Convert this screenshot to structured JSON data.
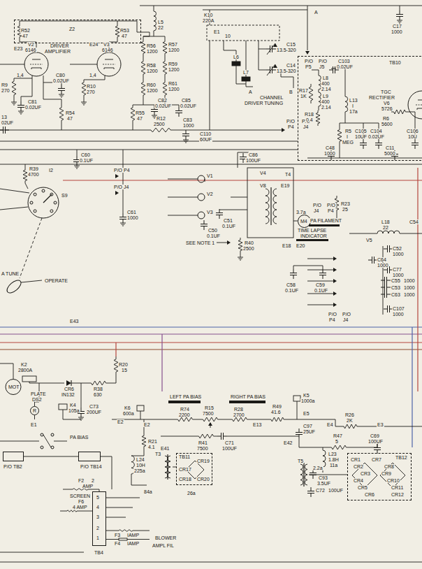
{
  "diagram": {
    "nodes": [
      {
        "text": [
          "Z2"
        ]
      },
      {
        "text": [
          "TB10"
        ]
      },
      {
        "text": [
          "TB11"
        ]
      },
      {
        "text": [
          "P/O TB2"
        ]
      },
      {
        "text": [
          "P/O TB14"
        ]
      },
      {
        "text": [
          "TB12"
        ]
      },
      {
        "text": [
          "TB4"
        ]
      }
    ],
    "labels": [
      "R52",
      "47",
      "R53",
      "47",
      "E23",
      "V2",
      "6146",
      "DRIVER",
      "AMPLIFIER",
      "E24",
      "V3",
      "6146",
      "1,4",
      "1,4",
      "C80",
      "0.02UF",
      "R9",
      "270",
      "R10",
      "270",
      "C81",
      "0.02UF",
      "13",
      "02UF",
      "R54",
      "47",
      "L5",
      "22",
      "R56",
      "1200",
      "R57",
      "1200",
      "R58",
      "1200",
      "R59",
      "1200",
      "R60",
      "1200",
      "R61",
      "1200",
      "C82",
      "0.02UF",
      "C85",
      "0.02UF",
      "R55",
      "47",
      "R12",
      "2500",
      "C83",
      "1000",
      "K10",
      "220A",
      "E1",
      "10",
      "L6",
      "L7",
      "A",
      "B",
      "C15",
      "13.5-320",
      "C14",
      "13.5-320",
      "CHANNEL",
      "DRIVER TUNING",
      "P/O",
      "P4",
      "P/O",
      "J4",
      "A",
      "P/O",
      "P5",
      "P/O",
      "J5",
      "C103",
      "0.02UF",
      "L8",
      "400",
      "2.14",
      "L9",
      "400",
      "2.14",
      "R17",
      "1K",
      "R18",
      "0.4",
      "L13",
      "I",
      "17a",
      "TGC",
      "RECTIFIER",
      "V6",
      "5726",
      "R6",
      "5600",
      "R5",
      "I",
      "MEG",
      "C105",
      "10UF",
      "C104",
      "0.02UF",
      "C106",
      "10U",
      "C11",
      "5000",
      "C48",
      "1000",
      "C17",
      "1000",
      "C110",
      "60UF",
      "C86",
      "100UF",
      "C60",
      "0.1UF",
      "P/O P4",
      "P/O J4",
      "R39",
      "4700",
      "I2",
      "S9",
      "C61",
      "1000",
      "V1",
      "V2",
      "V3",
      "V4",
      "V8",
      "E19",
      "T4",
      "C51",
      "0.1UF",
      "C50",
      "0.1UF",
      "3.7a",
      "M4",
      "P/O",
      "J4",
      "P/O",
      "P4",
      "R23",
      "25",
      "PA FILAMENT",
      "TIME LAPSE",
      "INDICATOR",
      "E18",
      "E20",
      "V5",
      "L18",
      "22",
      "C54",
      "SEE NOTE 1",
      "R40",
      "2500",
      "A TUNE",
      "OPERATE",
      "C58",
      "0.1UF",
      "C59",
      "0.1UF",
      "C52",
      "1000",
      "C64",
      "1000",
      "C77",
      "1000",
      "C55",
      "1000",
      "C53",
      "1000",
      "C63",
      "1000",
      "C107",
      "1000",
      "P/O",
      "P4",
      "P/O",
      "J4",
      "E43",
      "K2",
      "2800A",
      "MOT",
      "R20",
      "15",
      "PLATE",
      "DS2",
      "R",
      "CR6",
      "IN132",
      "R38",
      "630",
      "K4",
      "105a",
      "C73",
      "200UF",
      "K6",
      "600a",
      "E2",
      "E2",
      "E1",
      "LEFT PA BIAS",
      "RIGHT PA BIAS",
      "R74",
      "2200",
      "R15",
      "7500",
      "R28",
      "2700",
      "R41",
      "7500",
      "C71",
      "100UF",
      "E13",
      "R49",
      "41.6",
      "K5",
      "1000a",
      "E5",
      "E4",
      "R26",
      "2K",
      "E3",
      "E41",
      "E42",
      "C97",
      "25UF",
      "R47",
      "5",
      "C69",
      "100UF",
      "L23",
      "1.8H",
      "11a",
      "R21",
      "4.1",
      "T3",
      "L24",
      "10H",
      "225a",
      "84a",
      "26a",
      "CR17",
      "CR19",
      "CR18",
      "CR20",
      "T5",
      "2.2a",
      "C93",
      "3.5UF",
      "C72",
      "100UF",
      "CR1",
      "CR7",
      "CR2",
      "CR8",
      "CR3",
      "CR9",
      "CR4",
      "CR10",
      "CR5",
      "CR11",
      "CR6",
      "CR12",
      "PA BIAS",
      "F2",
      "2",
      "AMP",
      "SCREEN",
      "F6",
      "4 AMP",
      "F3",
      "IAMP",
      "F4",
      "IAMP",
      "BLOWER",
      "AMPL FIL",
      "5",
      "4",
      "3",
      "2",
      "1"
    ]
  }
}
